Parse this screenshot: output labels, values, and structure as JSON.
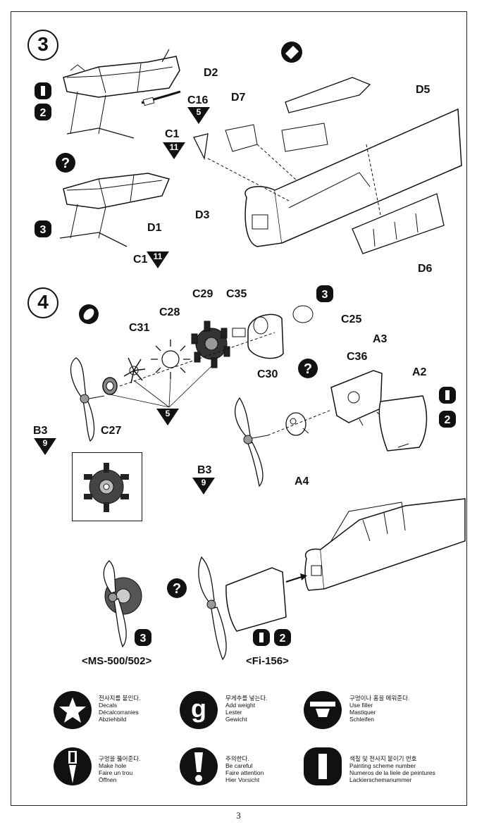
{
  "page_number": "3",
  "steps": {
    "step3": {
      "number": "3",
      "labels": {
        "d2": "D2",
        "c16": "C16",
        "c1_top": "C1",
        "d1": "D1",
        "c1_bottom": "C1",
        "d3": "D3",
        "d7": "D7",
        "d5": "D5",
        "d6": "D6"
      },
      "color_refs": {
        "c16": "5",
        "c1_top": "11",
        "c1_bottom": "11"
      },
      "variant_markers": {
        "a": "1",
        "b": "2",
        "c": "3"
      }
    },
    "step4": {
      "number": "4",
      "labels": {
        "c29": "C29",
        "c35": "C35",
        "c28": "C28",
        "c31": "C31",
        "c25": "C25",
        "c30": "C30",
        "c27": "C27",
        "b3_left": "B3",
        "a3": "A3",
        "c36": "C36",
        "a2": "A2",
        "a4": "A4",
        "b3_right": "B3"
      },
      "color_refs": {
        "paint5": "5",
        "b3_left": "9",
        "b3_right": "9"
      },
      "variant_markers": {
        "c25": "3",
        "a2_1": "1",
        "a2_2": "2",
        "bottom_left": "3",
        "bottom_right_1": "1",
        "bottom_right_2": "2"
      }
    }
  },
  "variants": {
    "left": "<MS-500/502>",
    "right": "<Fi-156>"
  },
  "legend": [
    {
      "icon": "star-icon",
      "lines": [
        "전사지를 붙인다.",
        "Decals",
        "Décalcorranies",
        "Abziehbild"
      ]
    },
    {
      "icon": "weight-g-icon",
      "lines": [
        "무게추를 넣는다.",
        "Add weight",
        "Lester",
        "Gewicht"
      ]
    },
    {
      "icon": "filler-icon",
      "lines": [
        "구멍이나 홈을 메워준다.",
        "Use filler",
        "Mastiquer",
        "Schleifen"
      ]
    },
    {
      "icon": "drill-icon",
      "lines": [
        "구멍을 뚫어준다.",
        "Make hole",
        "Faire un trou",
        "Öffnen"
      ]
    },
    {
      "icon": "exclamation-icon",
      "lines": [
        "주의한다.",
        "Be careful",
        "Faire attention",
        "Hier Vorsicht"
      ]
    },
    {
      "icon": "scheme-number-icon",
      "lines": [
        "색칠 및 전사지 붙이기 번호",
        "Painting scheme number",
        "Numeros de la liele de peintures",
        "Lackierschemanummer"
      ]
    }
  ]
}
